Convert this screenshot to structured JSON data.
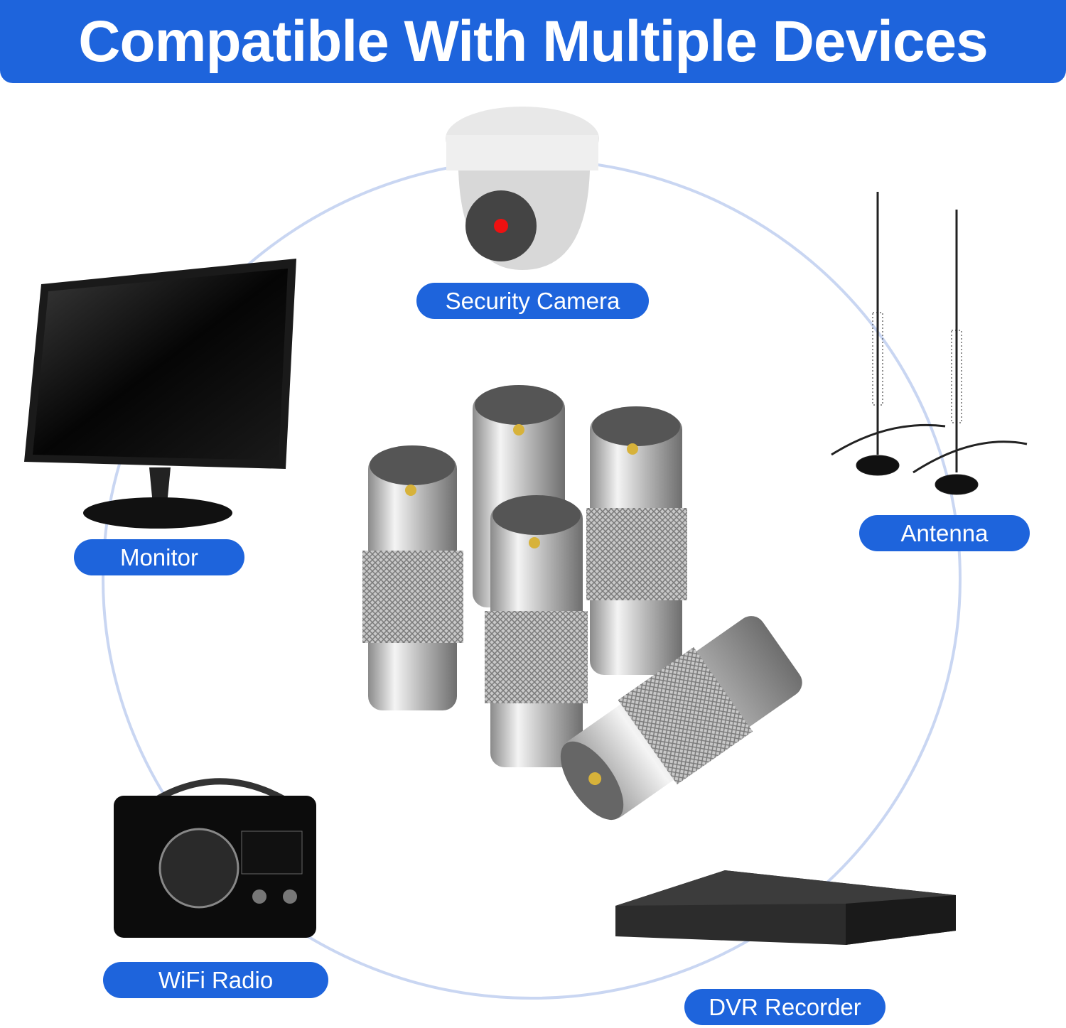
{
  "header": {
    "title": "Compatible With Multiple Devices"
  },
  "devices": [
    {
      "label": "Security Camera",
      "icon": "security-camera"
    },
    {
      "label": "Antenna",
      "icon": "antenna"
    },
    {
      "label": "Monitor",
      "icon": "monitor"
    },
    {
      "label": "WiFi Radio",
      "icon": "wifi-radio"
    },
    {
      "label": "DVR Recorder",
      "icon": "dvr-recorder"
    }
  ],
  "colors": {
    "accent": "#1e64dc",
    "ring": "#c9d6f2"
  }
}
